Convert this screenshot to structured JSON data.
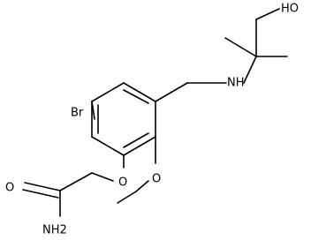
{
  "molecule": {
    "atoms": {
      "br": "Br",
      "o_ether": "O",
      "o_methoxy": "O",
      "o_carbonyl": "O",
      "nh2": "NH2",
      "nh": "NH",
      "oh": "HO"
    },
    "colors": {
      "bond": "#000000",
      "label": "#000000",
      "background": "#ffffff"
    }
  }
}
